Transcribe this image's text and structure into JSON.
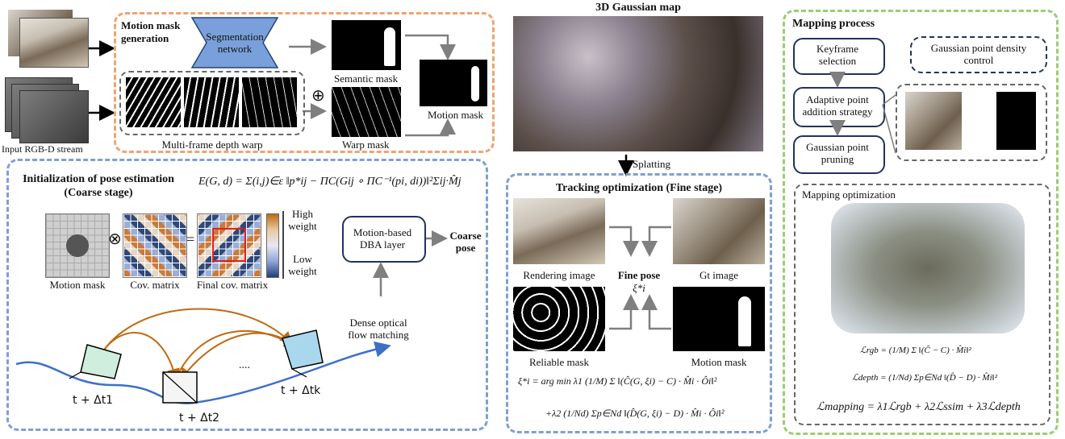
{
  "input": {
    "label": "Input RGB-D stream"
  },
  "motion_mask_gen": {
    "title": "Motion mask\ngeneration",
    "seg_label": "Segmentation\nnetwork",
    "semantic_mask": "Semantic mask",
    "multi_frame": "Multi-frame depth warp",
    "warp_mask": "Warp mask",
    "motion_mask": "Motion mask",
    "oplus": "⊕"
  },
  "coarse": {
    "title": "Initialization of pose estimation\n(Coarse stage)",
    "equation": "E(G, d) = Σ(i,j)∈ε ‖p*ij − ΠC(Gij ∘ ΠC⁻¹(pi, di))‖²Σij·M̂j",
    "otimes": "⊗",
    "equals": "=",
    "motion_mask": "Motion mask",
    "cov_matrix": "Cov. matrix",
    "final_cov": "Final cov. matrix",
    "high_weight": "High\nweight",
    "low_weight": "Low\nweight",
    "dba_layer": "Motion-based\nDBA layer",
    "coarse_pose": "Coarse\npose",
    "dense_flow": "Dense optical\nflow matching",
    "dots": "....",
    "t1": "t + Δt1",
    "t2": "t + Δt2",
    "tk": "t + Δtk"
  },
  "gaussian_map": {
    "title": "3D Gaussian map",
    "splatting": "Splatting"
  },
  "tracking": {
    "title": "Tracking optimization (Fine stage)",
    "rendering": "Rendering image",
    "gt": "Gt image",
    "fine_pose": "Fine pose",
    "xi": "ξ*i",
    "reliable": "Reliable mask",
    "motion_mask": "Motion mask",
    "eq1": "ξ*i = arg min λ1 (1/M) Σ ‖(Ĉ(G, ξi) − C) · M̂i · Ôi‖²",
    "eq2": "+λ2 (1/Nd) Σp∈Nd ‖(D̂(G, ξi) − D) · M̂i · Ôi‖²"
  },
  "mapping": {
    "title": "Mapping process",
    "keyframe": "Keyframe\nselection",
    "density": "Gaussian point density\ncontrol",
    "adaptive": "Adaptive point\naddition strategy",
    "pruning": "Gaussian point\npruning",
    "opt_title": "Mapping optimization",
    "l_rgb": "ℒrgb = (1/M) Σ ‖(Ĉ − C) · M̂i‖²",
    "l_depth": "ℒdepth = (1/Nd) Σp∈Nd ‖(D̂ − D) · M̂i‖²",
    "l_mapping": "ℒmapping = λ1ℒrgb + λ2ℒssim + λ3ℒdepth"
  }
}
